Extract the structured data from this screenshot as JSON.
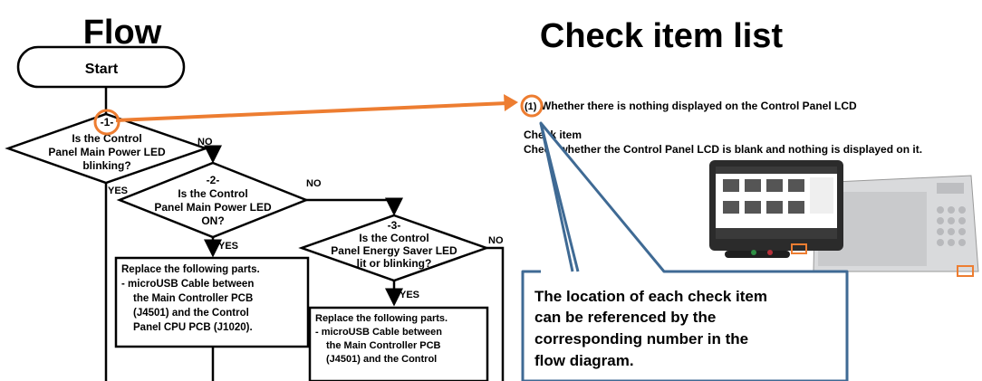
{
  "headings": {
    "flow": "Flow",
    "check_list": "Check item list"
  },
  "flow": {
    "start": "Start",
    "decision1": {
      "id": "-1-",
      "lines": [
        "Is the Control",
        "Panel Main Power LED",
        "blinking?"
      ],
      "no_label": "NO",
      "yes_label": "YES"
    },
    "decision2": {
      "id": "-2-",
      "lines": [
        "Is the Control",
        "Panel Main Power LED",
        "ON?"
      ],
      "no_label": "NO",
      "yes_label": "YES"
    },
    "decision3": {
      "id": "-3-",
      "lines": [
        "Is the Control",
        "Panel Energy Saver LED",
        "lit or blinking?"
      ],
      "no_label": "NO",
      "yes_label": "YES"
    },
    "action1": {
      "lines": [
        "Replace the following parts.",
        "- microUSB Cable between",
        "  the Main Controller PCB",
        "  (J4501) and the Control",
        "  Panel CPU PCB (J1020)."
      ]
    },
    "action2": {
      "lines": [
        "Replace the following parts.",
        "- microUSB Cable between",
        "  the Main Controller PCB",
        "  (J4501) and the Control"
      ]
    }
  },
  "checklist": {
    "item1_num": "(1)",
    "item1_text": "Whether there is nothing displayed on the Control Panel LCD",
    "check_item_label": "Check item",
    "check_item_desc": "Check whether the Control Panel LCD is blank and nothing is displayed on it."
  },
  "callout": {
    "lines": [
      "The location of each check item",
      "can be referenced by the",
      "corresponding number in the",
      "flow diagram."
    ]
  },
  "colors": {
    "accent_orange": "#ED7D31",
    "callout_blue": "#3F6A94",
    "panel_dark": "#2B2B2B",
    "printer_gray": "#D9DADC"
  }
}
